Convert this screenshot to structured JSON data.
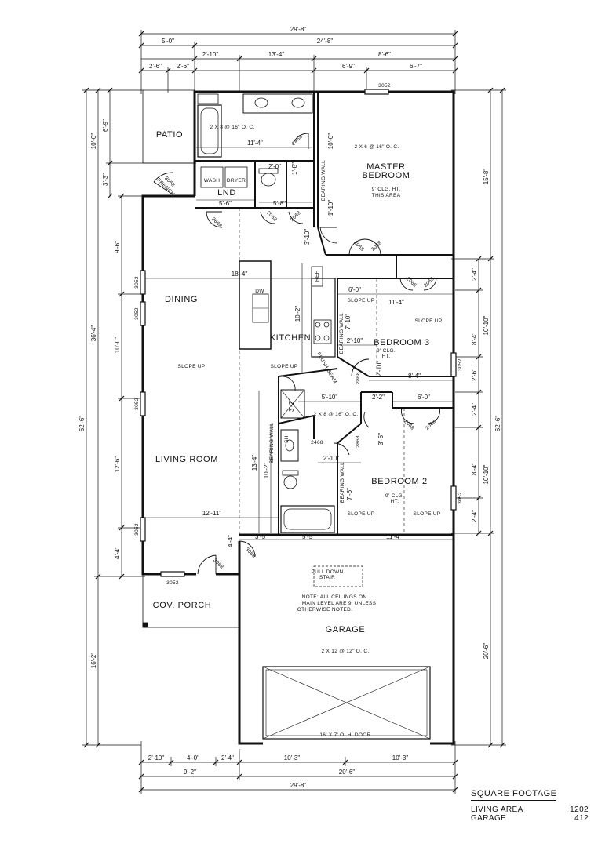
{
  "rooms": {
    "patio": "PATIO",
    "master_bedroom_1": "MASTER",
    "master_bedroom_2": "BEDROOM",
    "master_clg_1": "9' CLG. HT.",
    "master_clg_2": "THIS AREA",
    "lnd": "LND",
    "dining": "DINING",
    "kitchen": "KITCHEN",
    "bedroom3": "BEDROOM 3",
    "bedroom2": "BEDROOM 2",
    "living_room": "LIVING ROOM",
    "cov_porch": "COV. PORCH",
    "garage": "GARAGE",
    "wash": "WASH",
    "dryer": "DRYER",
    "flush_beam": "FLUSH BEAM"
  },
  "notes": {
    "framing_master": "2 X 6 @ 16\" O. C.",
    "framing_bath": "2 X 8 @ 16\" O. C.",
    "framing_mid": "2 X 8 @ 16\" O. C.",
    "framing_garage": "2 X 12 @ 12\" O. C.",
    "slope_dining": "SLOPE UP",
    "slope_kitchen": "SLOPE UP",
    "slope_br3a": "SLOPE UP",
    "slope_br3b": "SLOPE UP",
    "slope_br2a": "SLOPE UP",
    "slope_br2b": "SLOPE UP",
    "clg_br3_1": "9' CLG.",
    "clg_br3_2": "HT.",
    "clg_br2_1": "9' CLG.",
    "clg_br2_2": "HT.",
    "pull_down_1": "PULL DOWN",
    "pull_down_2": "STAIR",
    "ceiling_note_1": "NOTE: ALL CEILINGS ON",
    "ceiling_note_2": "MAIN LEVEL ARE 9' UNLESS",
    "ceiling_note_3": "OTHERWISE NOTED.",
    "garage_door": "16' X 7' O. H. DOOR",
    "bearing_wall_1": "BEARING WALL",
    "bearing_wall_2": "BEARING WALL",
    "bearing_wall_3": "BEARING WALL",
    "bearing_wall_4": "BEARING WALL",
    "french": "FRENCH",
    "dw": "DW",
    "ref": "REF",
    "sh": "SH"
  },
  "window_tags": {
    "w_master_top": "3052",
    "w_dining_1": "3052",
    "w_dining_2": "3052",
    "w_living": "3052",
    "w_living_low": "3052",
    "w_porch": "3052",
    "w_br3": "3052",
    "w_br2": "3052"
  },
  "door_tags": {
    "d_patio": "3068",
    "d_mbath": "2468",
    "d_lnd": "2868",
    "d_clo1": "2068",
    "d_clo2": "2068",
    "d_master": "2068",
    "d_master2": "2068",
    "d_br3clo1": "2068",
    "d_br3clo2": "2068",
    "d_hall": "2868",
    "d_br2": "2868",
    "d_bath2": "2468",
    "d_clo3": "2068",
    "d_clo4": "2068",
    "d_entry": "3068",
    "d_garage": "3068"
  },
  "dims_top": {
    "overall": "29'-8\"",
    "a": "5'-0\"",
    "b": "24'-8\"",
    "c1": "2'-10\"",
    "c2": "13'-4\"",
    "c3": "8'-6\"",
    "d1": "2'-6\"",
    "d2": "2'-6\"",
    "d3": "6'-9\"",
    "d4": "6'-7\""
  },
  "dims_bottom": {
    "a1": "2'-10\"",
    "a2": "4'-0\"",
    "a3": "2'-4\"",
    "a4": "10'-3\"",
    "a5": "10'-3\"",
    "b1": "9'-2\"",
    "b2": "20'-6\"",
    "overall": "29'-8\""
  },
  "dims_left": {
    "overall": "62'-6\"",
    "living_depth": "36'-4\"",
    "porch": "16'-2\"",
    "patio_depth": "10'-0\"",
    "patio_a": "6'-9\"",
    "patio_b": "3'-3\"",
    "dining_a": "9'-6\"",
    "dining_b": "10'-0\"",
    "living_b": "12'-6\"",
    "living_c": "4'-4\""
  },
  "dims_right": {
    "overall": "62'-6\"",
    "master": "15'-8\"",
    "r1": "2'-4\"",
    "r2": "10'-10\"",
    "r3": "8'-4\"",
    "r4": "2'-6\"",
    "r5": "2'-4\"",
    "r6": "8'-4\"",
    "r7": "10'-10\"",
    "r8": "2'-4\"",
    "garage": "20'-6\""
  },
  "dims_interior": {
    "bath_w": "11'-4\"",
    "lnd_w": "5'-6\"",
    "lnd_h": "2'-0\"",
    "closet_h": "5'-8\"",
    "master_h": "10'-0\"",
    "m1": "1'-8\"",
    "m2": "1'-10\"",
    "hall_v": "3'-10\"",
    "kitchen_w": "18'-4\"",
    "kitchen_h": "10'-2\"",
    "br3_w1": "6'-0\"",
    "br3_w2": "11'-4\"",
    "br3_h": "7'-10\"",
    "k1": "2'-10\"",
    "k2": "2'-10\"",
    "br3_w3": "8'-4\"",
    "hall_w": "5'-10\"",
    "hv1": "3'-2\"",
    "hw1": "2'-2\"",
    "br2_w1": "6'-0\"",
    "br2_h1": "3'-6\"",
    "bath2_h": "13'-4\"",
    "bath2_w": "10'-2\"",
    "hw2": "2'-10\"",
    "br2_h2": "7'-6\"",
    "living_w": "12'-11\"",
    "g1": "3'-5\"",
    "g2": "5'-5\"",
    "g3": "11'-4\"",
    "g4": "4'-4\""
  },
  "square_footage": {
    "title": "SQUARE FOOTAGE",
    "living_label": "LIVING AREA",
    "living_value": "1202",
    "garage_label": "GARAGE",
    "garage_value": "412"
  }
}
